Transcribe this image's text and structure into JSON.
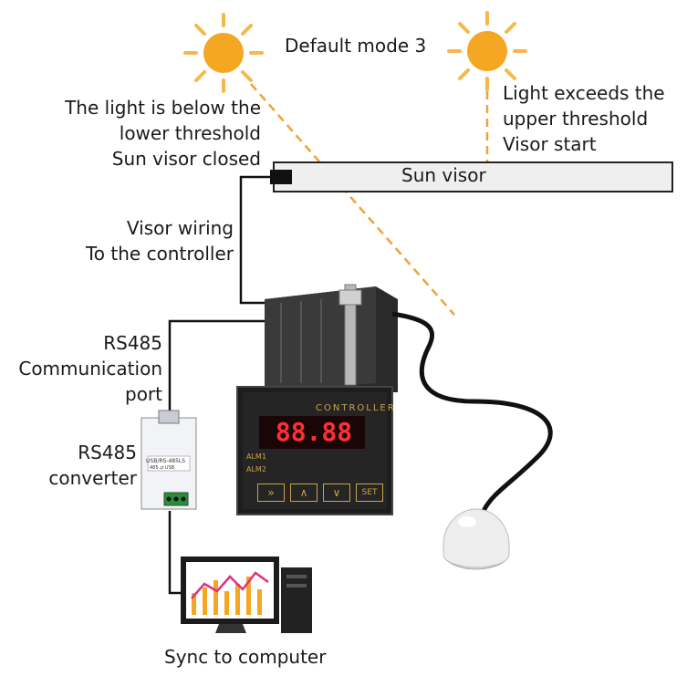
{
  "mode_label": "Default mode 3",
  "below_threshold": {
    "line1": "The light is below the",
    "line2": "lower threshold",
    "line3": "Sun visor closed"
  },
  "exceeds_threshold": {
    "line1": "Light exceeds the",
    "line2": "upper threshold",
    "line3": "Visor start"
  },
  "sun_visor_label": "Sun visor",
  "visor_wiring": {
    "line1": "Visor wiring",
    "line2": "To the controller"
  },
  "rs485_port": {
    "line1": "RS485",
    "line2": "Communication",
    "line3": "port"
  },
  "rs485_converter": {
    "line1": "RS485",
    "line2": "converter"
  },
  "sync_label": "Sync to computer",
  "controller": {
    "title": "CONTROLLER",
    "display_value": "88.88",
    "alarm1": "ALM1",
    "alarm2": "ALM2",
    "buttons": [
      "»",
      "∧",
      "∨",
      "SET"
    ]
  },
  "converter_device": {
    "label_text": "USB/RS-485LS",
    "sub_text": "485  ⇄  USB"
  },
  "colors": {
    "sun": "#f5a623",
    "sun_ray": "#f7b84b",
    "beam": "#f0a23a",
    "wire": "#111111",
    "display_digit": "#ff3030"
  }
}
